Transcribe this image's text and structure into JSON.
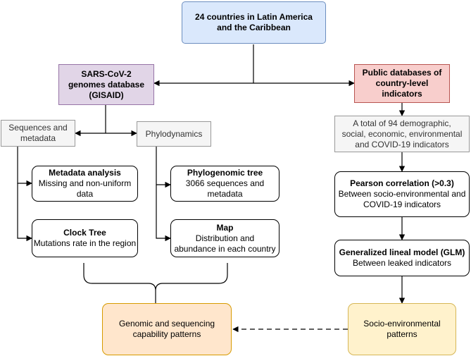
{
  "colors": {
    "top_fill": "#dae8fc",
    "top_border": "#6c8ebf",
    "gisaid_fill": "#e1d5e7",
    "gisaid_border": "#9673a6",
    "public_fill": "#f8cecc",
    "public_border": "#b85450",
    "gray_fill": "#f5f5f5",
    "gray_border": "#999999",
    "orange_fill": "#ffe6cc",
    "orange_border": "#d79b00",
    "yellow_fill": "#fff2cc",
    "yellow_border": "#d6b656"
  },
  "nodes": {
    "top": {
      "lines": [
        "24 countries in Latin America",
        "and the Caribbean"
      ]
    },
    "gisaid": {
      "lines": [
        "SARS-CoV-2",
        "genomes database",
        "(GISAID)"
      ]
    },
    "public_db": {
      "lines": [
        "Public databases of",
        "country-level",
        "indicators"
      ]
    },
    "sequences": {
      "lines": [
        "Sequences and",
        "metadata"
      ]
    },
    "phylodynamics": {
      "lines": [
        "Phylodynamics"
      ]
    },
    "indicators": {
      "lines": [
        "A total of 94 demographic,",
        "social, economic, environmental",
        "and COVID-19 indicators"
      ]
    },
    "metadata_analysis": {
      "title": "Metadata analysis",
      "lines": [
        "Missing and non-uniform",
        "data"
      ]
    },
    "phylo_tree": {
      "title": "Phylogenomic tree",
      "lines": [
        "3066 sequences and",
        "metadata"
      ]
    },
    "pearson": {
      "title": "Pearson correlation (>0.3)",
      "lines": [
        "Between socio-environmental and",
        "COVID-19 indicators"
      ]
    },
    "clock_tree": {
      "title": "Clock Tree",
      "lines": [
        "Mutations rate in the region"
      ]
    },
    "map": {
      "title": "Map",
      "lines": [
        "Distribution and",
        "abundance in each country"
      ]
    },
    "glm": {
      "title": "Generalized lineal model (GLM)",
      "lines": [
        "Between leaked indicators"
      ]
    },
    "genomic_patterns": {
      "lines": [
        "Genomic and sequencing",
        "capability patterns"
      ]
    },
    "socio_patterns": {
      "lines": [
        "Socio-environmental",
        "patterns"
      ]
    }
  }
}
